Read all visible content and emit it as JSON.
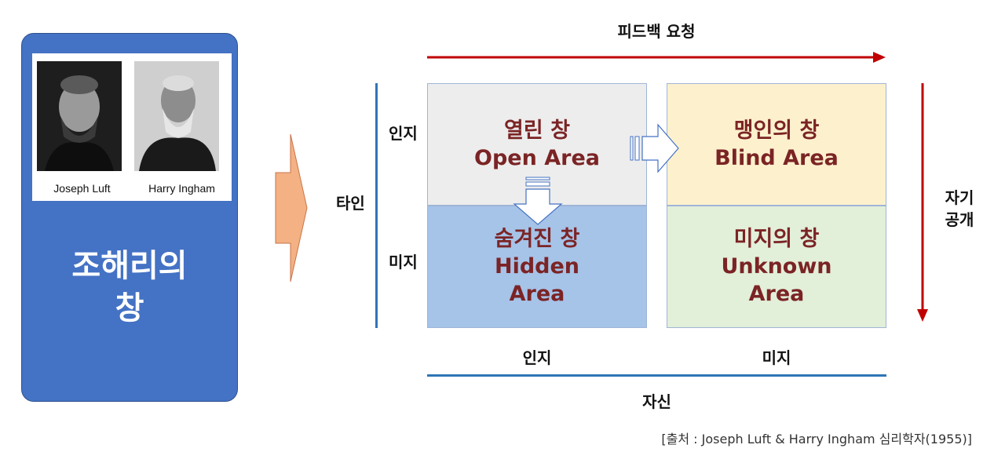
{
  "card": {
    "title_line1": "조해리의",
    "title_line2": "창",
    "person1": "Joseph Luft",
    "person2": "Harry Ingham"
  },
  "axes": {
    "top": "피드백 요청",
    "right_line1": "자기",
    "right_line2": "공개",
    "left": "타인",
    "left_row1": "인지",
    "left_row2": "미지",
    "bottom": "자신",
    "bottom_col1": "인지",
    "bottom_col2": "미지"
  },
  "quadrants": {
    "open": {
      "ko": "열린 창",
      "en": "Open Area",
      "color": "#ededed"
    },
    "blind": {
      "ko": "맹인의 창",
      "en": "Blind Area",
      "color": "#fdf1cd"
    },
    "hidden": {
      "ko": "숨겨진 창",
      "en1": "Hidden",
      "en2": "Area",
      "color": "#a6c3e8"
    },
    "unknown": {
      "ko": "미지의 창",
      "en1": "Unknown",
      "en2": "Area",
      "color": "#e2efd9"
    }
  },
  "colors": {
    "card_blue": "#4472c4",
    "axis_red": "#c00000",
    "axis_blue": "#2e75b6",
    "big_arrow": "#f4b183",
    "quadrant_text": "#7b2425"
  },
  "source": "[출처 : Joseph Luft & Harry Ingham 심리학자(1955)]"
}
